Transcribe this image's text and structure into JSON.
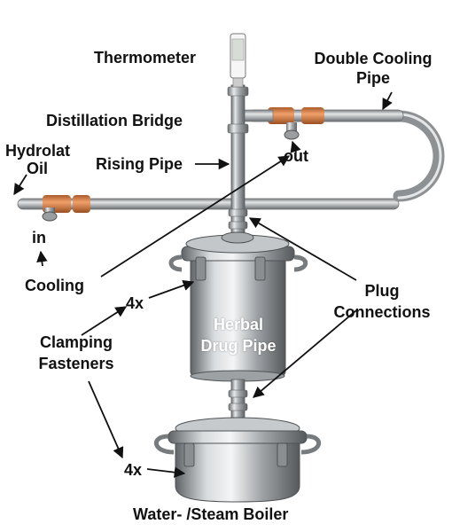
{
  "labels": {
    "thermometer": "Thermometer",
    "double_cooling_pipe_line1": "Double Cooling",
    "double_cooling_pipe_line2": "Pipe",
    "distillation_bridge": "Distillation Bridge",
    "hydrolat": "Hydrolat",
    "oil": "Oil",
    "rising_pipe": "Rising Pipe",
    "out": "out",
    "in": "in",
    "cooling": "Cooling",
    "plug_connections_line1": "Plug",
    "plug_connections_line2": "Connections",
    "fastener_count_top": "4x",
    "fastener_count_bottom": "4x",
    "herbal_drug_pipe_line1": "Herbal",
    "herbal_drug_pipe_line2": "Drug Pipe",
    "clamping_fasteners_line1": "Clamping",
    "clamping_fasteners_line2": "Fasteners",
    "water_steam_boiler": "Water- /Steam Boiler"
  },
  "colors": {
    "steel": "#b9bdc0",
    "steel_dark": "#7d8184",
    "copper": "#c9773f",
    "arrow": "#111111"
  }
}
